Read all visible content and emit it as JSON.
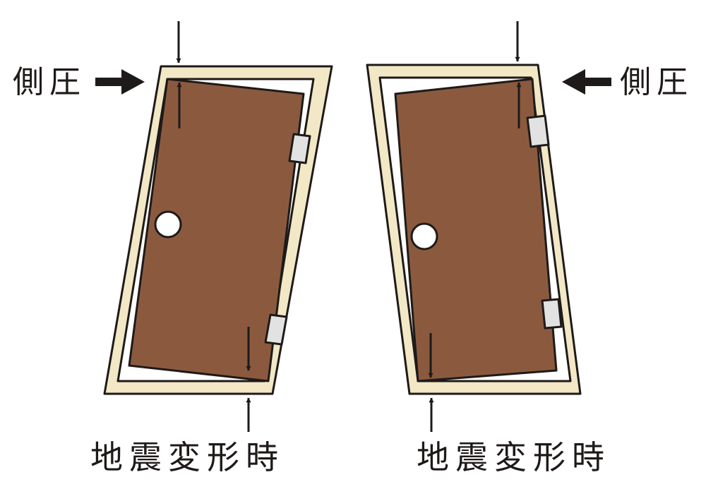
{
  "labels": {
    "left_side_pressure": "側圧",
    "right_side_pressure": "側圧",
    "left_caption": "地震変形時",
    "right_caption": "地震変形時"
  },
  "colors": {
    "frame": "#f2e8c6",
    "door": "#8b5a3e",
    "outline": "#1e1a19",
    "hinge": "#e2e2e2",
    "knob": "#ffffff",
    "gap": "#ffffff"
  }
}
